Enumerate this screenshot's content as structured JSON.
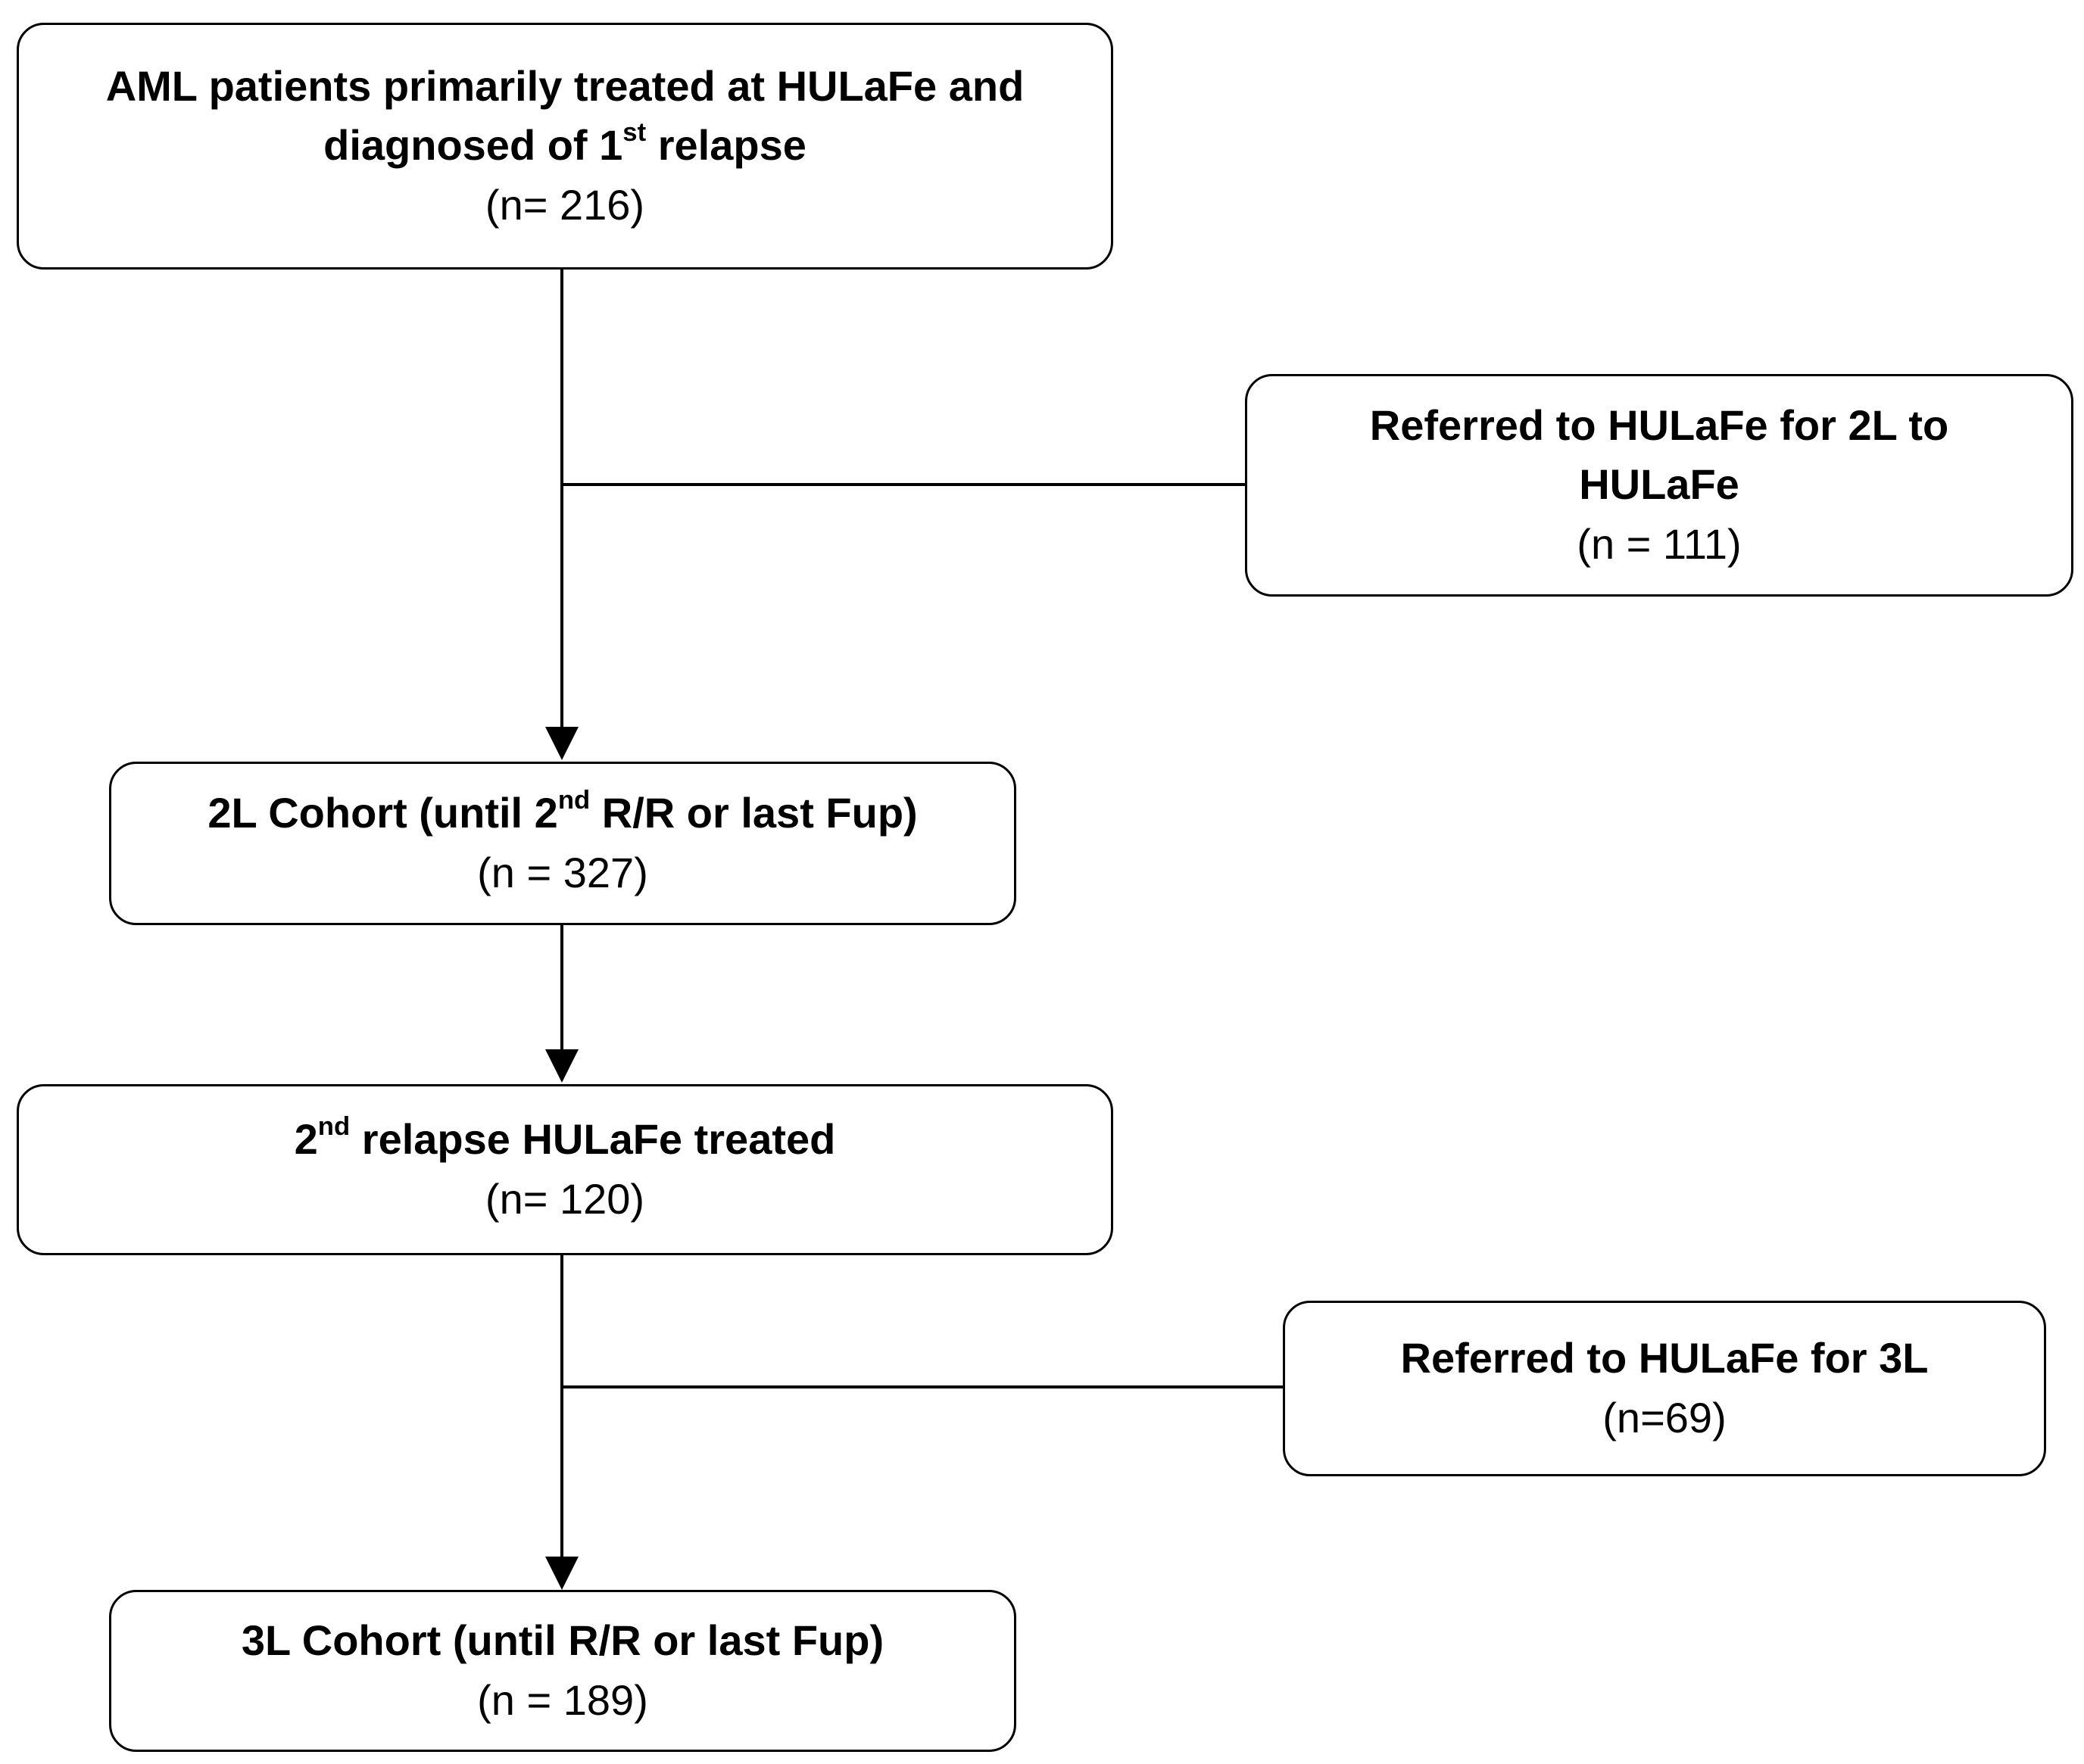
{
  "nodes": {
    "initial": {
      "title_a": "AML patients primarily treated at HULaFe and diagnosed of 1",
      "title_sup": "st",
      "title_b": " relapse",
      "count": "(n= 216)"
    },
    "referred_2l": {
      "title": "Referred to HULaFe for 2L to HULaFe",
      "count": "(n = 111)"
    },
    "cohort_2l": {
      "title_a": "2L Cohort (until 2",
      "title_sup": "nd",
      "title_b": " R/R or last Fup)",
      "count": "(n = 327)"
    },
    "second_relapse": {
      "title_a": "2",
      "title_sup": "nd",
      "title_b": " relapse HULaFe treated",
      "count": "(n= 120)"
    },
    "referred_3l": {
      "title": "Referred to HULaFe for 3L",
      "count": "(n=69)"
    },
    "cohort_3l": {
      "title": "3L Cohort (until R/R or last Fup)",
      "count": "(n = 189)"
    }
  }
}
